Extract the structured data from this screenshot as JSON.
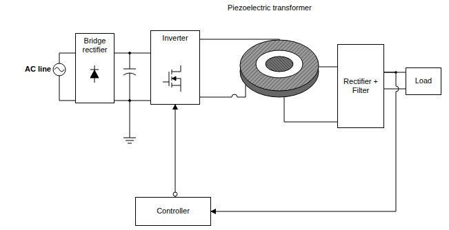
{
  "diagram": {
    "nodes": [
      {
        "text": [
          "Bridge rectifier"
        ]
      },
      {
        "text": [
          "Inverter"
        ]
      },
      {
        "text": [
          "Rectifier + Filter"
        ]
      },
      {
        "text": [
          "Load"
        ]
      },
      {
        "text": [
          "Controller"
        ]
      }
    ],
    "edges": [
      {
        "from": 0,
        "to": 1,
        "arrow": "none"
      },
      {
        "from": 2,
        "to": 3,
        "arrow": "none"
      },
      {
        "from": 2,
        "to": 4,
        "arrow": "to"
      },
      {
        "from": 4,
        "to": 1,
        "arrow": "to"
      }
    ],
    "labels": [
      "AC line",
      "Piezoelectric transformer"
    ]
  }
}
